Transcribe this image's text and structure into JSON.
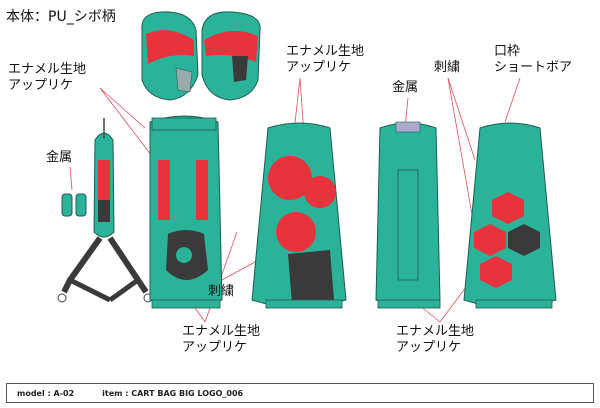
{
  "labels": {
    "body_material": "本体：PU_シボ柄",
    "enamel_line1": "エナメル生地",
    "enamel_line2": "アップリケ",
    "metal": "金属",
    "embroidery": "刺繍",
    "rim_line1": "口枠",
    "rim_line2": "ショートボア"
  },
  "footer": {
    "model": "model : A-02",
    "item": "item : CART BAG BIG LOGO_006"
  },
  "colors": {
    "teal": "#2bb39a",
    "red": "#e8323c",
    "dark": "#3a3a3a",
    "outline": "#1d5e52",
    "leader": "#e05060"
  }
}
